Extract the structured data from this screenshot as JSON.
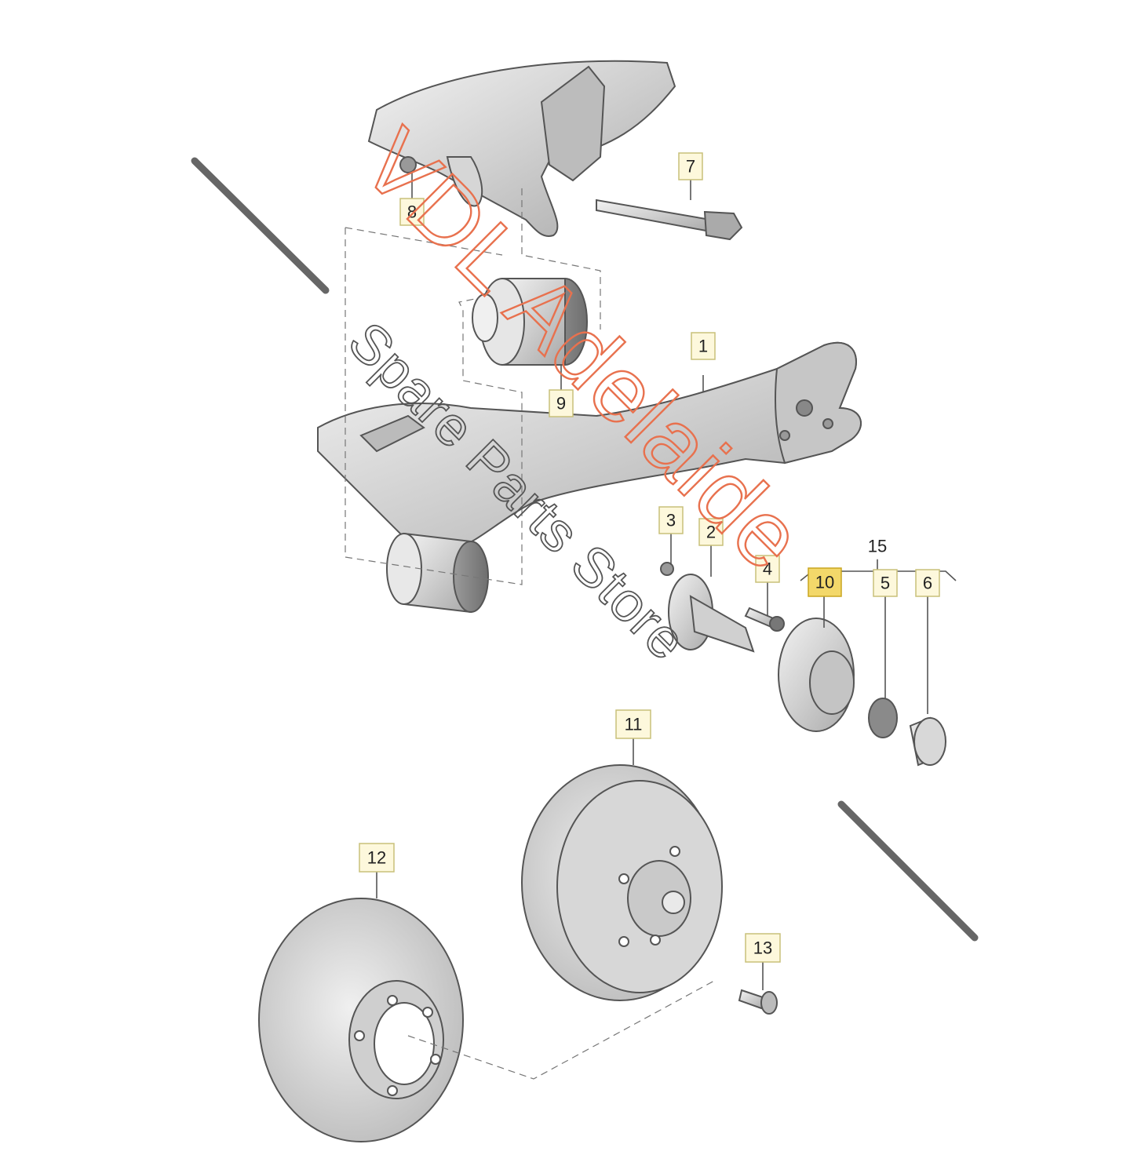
{
  "watermark": {
    "line1": "VDL Adelaide",
    "line2": "Spare Parts Store",
    "line1_color": "#e8714e",
    "line2_color": "#555555"
  },
  "callouts": {
    "c1": "1",
    "c2": "2",
    "c3": "3",
    "c4": "4",
    "c5": "5",
    "c6": "6",
    "c7": "7",
    "c8": "8",
    "c9": "9",
    "c10": "10",
    "c11": "11",
    "c12": "12",
    "c13": "13",
    "c15": "15"
  },
  "highlight_color": "#f3d86a"
}
